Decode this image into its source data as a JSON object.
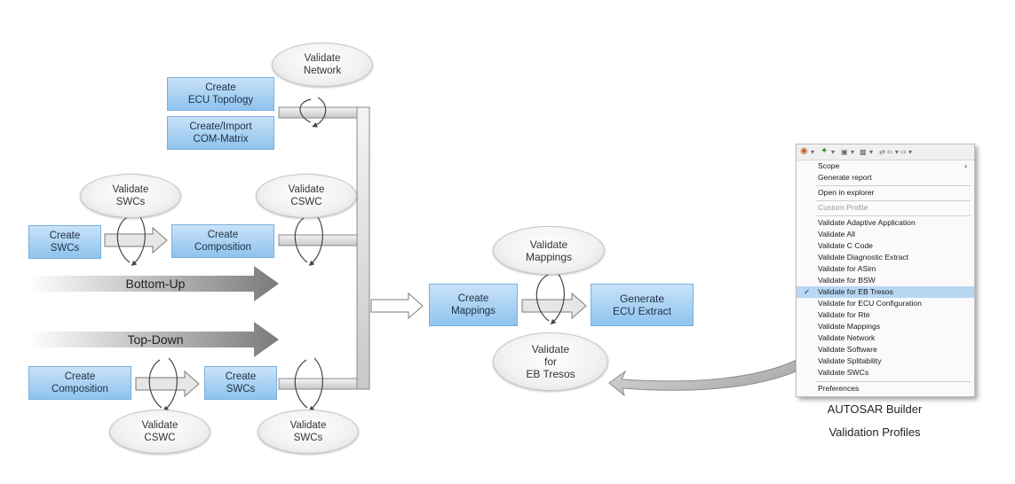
{
  "boxes": {
    "ecu_topology": "Create\nECU Topology",
    "com_matrix": "Create/Import\nCOM-Matrix",
    "create_swcs_top": "Create\nSWCs",
    "create_composition_top": "Create\nComposition",
    "create_composition_bottom": "Create\nComposition",
    "create_swcs_bottom": "Create\nSWCs",
    "create_mappings": "Create\nMappings",
    "generate_ecu_extract": "Generate\nECU Extract"
  },
  "ellipses": {
    "validate_network": "Validate\nNetwork",
    "validate_swcs_top": "Validate\nSWCs",
    "validate_cswc_top": "Validate\nCSWC",
    "validate_cswc_bottom": "Validate\nCSWC",
    "validate_swcs_bottom": "Validate\nSWCs",
    "validate_mappings": "Validate\nMappings",
    "validate_eb_tresos": "Validate\nfor\nEB Tresos"
  },
  "arrows": {
    "bottom_up": "Bottom-Up",
    "top_down": "Top-Down"
  },
  "menu": {
    "toolbar_icons": [
      "profile-icon",
      "run-icon",
      "config-icon",
      "filter-icon",
      "nav-icon"
    ],
    "items_top": [
      "Scope",
      "Generate report"
    ],
    "scope_submenu_glyph": "›",
    "open_in_explorer": "Open in explorer",
    "custom_profile": "Custom Profile",
    "profiles": [
      "Validate Adaptive Application",
      "Validate All",
      "Validate C Code",
      "Validate Diagnostic Extract",
      "Validate for ASim",
      "Validate for BSW",
      "Validate for EB Tresos",
      "Validate for ECU Configuration",
      "Validate for Rte",
      "Validate Mappings",
      "Validate Network",
      "Validate Software",
      "Validate Splitability",
      "Validate SWCs"
    ],
    "selected_index": 6,
    "preferences": "Preferences"
  },
  "caption": {
    "line1": "AUTOSAR Builder",
    "line2": "Validation Profiles"
  },
  "colors": {
    "box_fill": "#8ec3ee",
    "menu_highlight": "#b7d7f3"
  }
}
